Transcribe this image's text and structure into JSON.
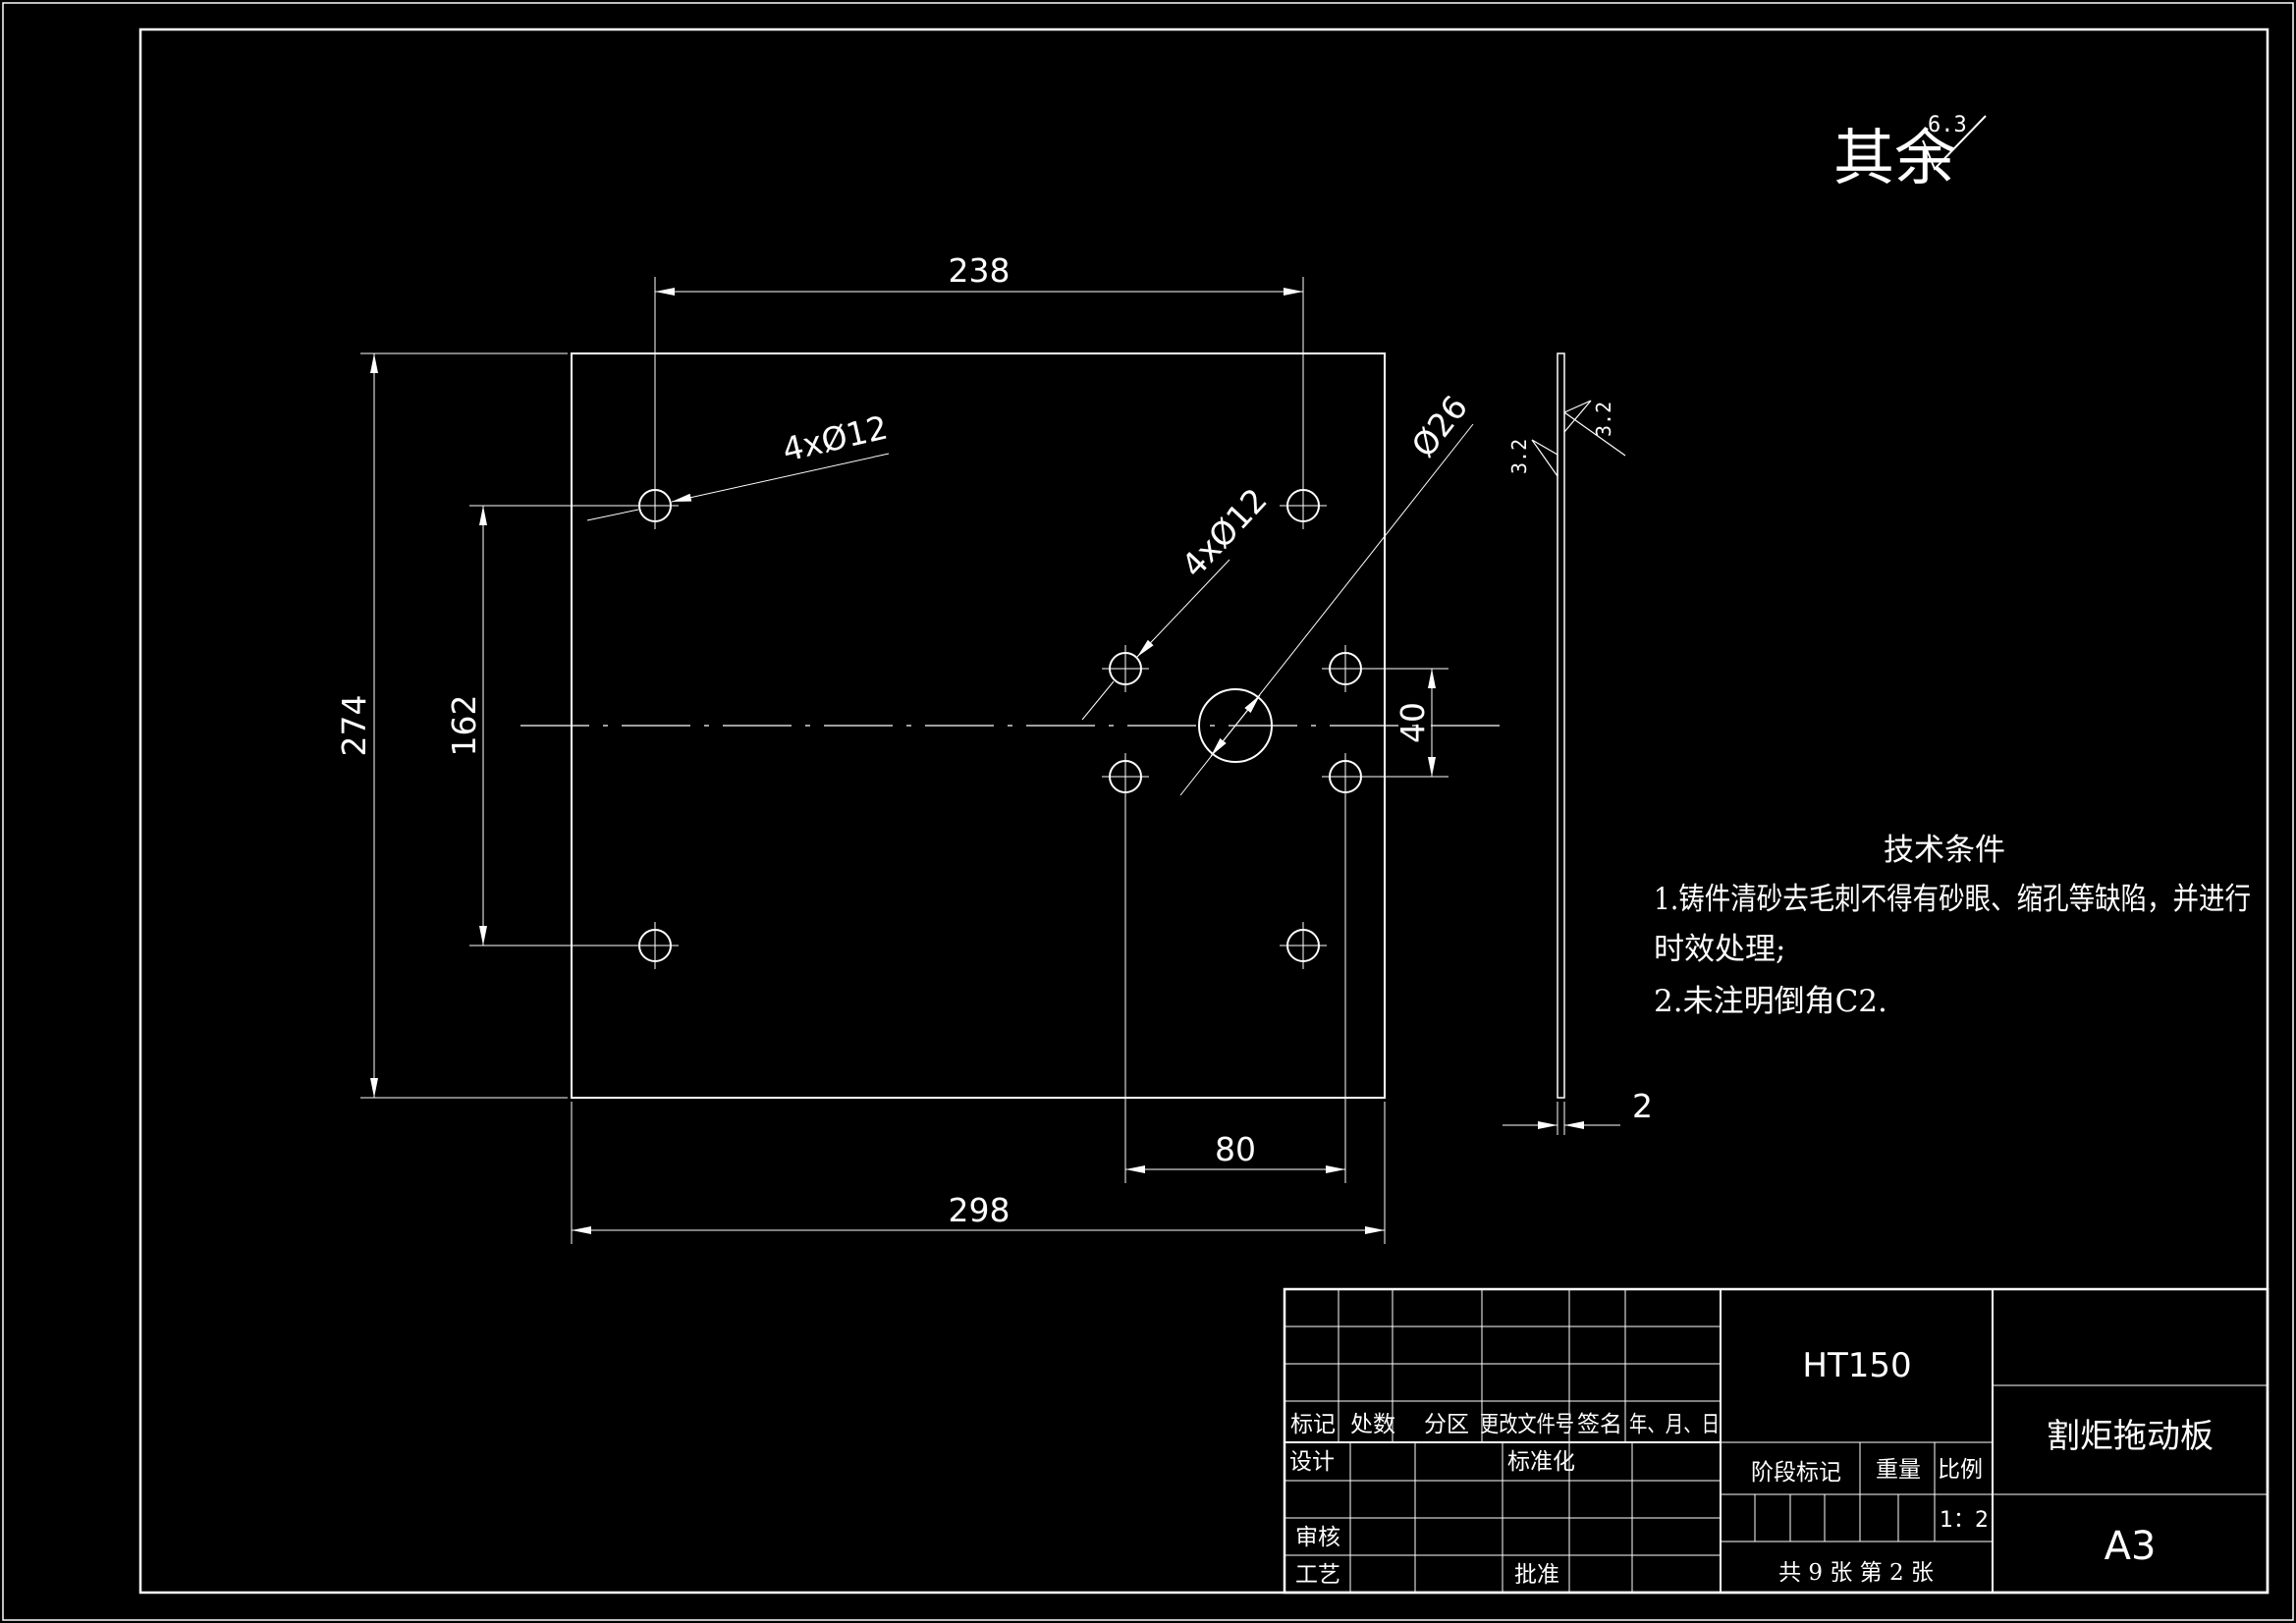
{
  "surface_finish": {
    "label": "其余",
    "value": "6.3"
  },
  "dimensions": {
    "hole_spacing_top": "238",
    "plate_width": "298",
    "plate_height": "274",
    "hole_spacing_vertical": "162",
    "small_hole_spacing_horizontal": "80",
    "small_hole_spacing_vertical": "40",
    "corner_holes_callout": "4xØ12",
    "center_holes_callout": "4xØ12",
    "center_bore": "Ø26",
    "thickness": "2"
  },
  "side_view_roughness": {
    "left": "3.2",
    "right": "3.2"
  },
  "technical_requirements": {
    "title": "技术条件",
    "lines": [
      "1.铸件清砂去毛刺不得有砂眼、缩孔等缺陷，并进行",
      "时效处理;",
      "2.未注明倒角C2."
    ]
  },
  "title_block": {
    "material": "HT150",
    "part_name": "割炬拖动板",
    "sheet_format": "A3",
    "scale": "1：2",
    "sheets": "共 9 张  第 2 张",
    "headers": {
      "mark": "标记",
      "count": "处数",
      "zone": "分区",
      "change_doc": "更改文件号",
      "signature": "签名",
      "date": "年、月、日",
      "design": "设计",
      "standardize": "标准化",
      "stage_mark": "阶段标记",
      "weight": "重量",
      "scale_label": "比例",
      "review": "审核",
      "process": "工艺",
      "approve": "批准"
    }
  }
}
